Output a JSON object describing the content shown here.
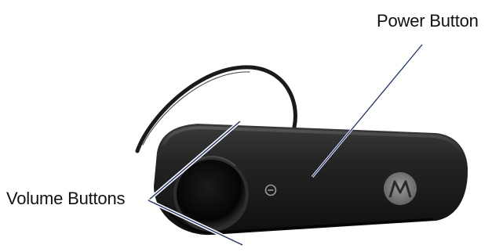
{
  "labels": {
    "power_button": "Power Button",
    "volume_buttons": "Volume Buttons"
  },
  "device": {
    "brand_logo": "motorola-batwing-logo",
    "power_icon": "power-icon"
  },
  "colors": {
    "body": "#1c1c1c",
    "leader_line": "#1c2f7a",
    "led_accent": "#2f7fe0"
  }
}
